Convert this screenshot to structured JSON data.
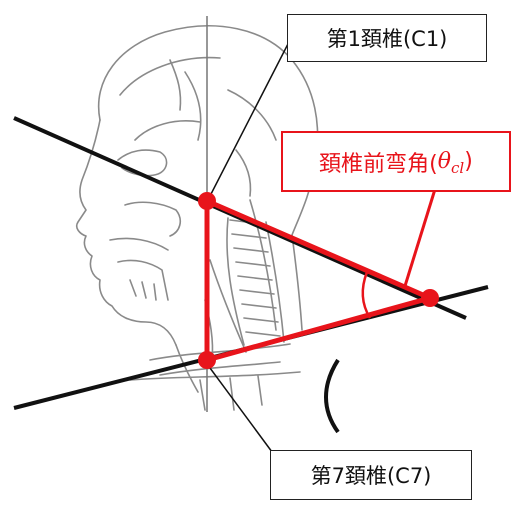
{
  "labels": {
    "c1": "第1頚椎(C1)",
    "c7": "第7頚椎(C7)",
    "angle_text": "頚椎前弯角(",
    "angle_theta": "θ",
    "angle_sub": "cl",
    "angle_close": ")"
  },
  "colors": {
    "accent": "#e8141b",
    "line": "#111111",
    "sketch": "#8a8a8a"
  },
  "icons": {
    "illustration": "head-neck-skull-sketch"
  }
}
